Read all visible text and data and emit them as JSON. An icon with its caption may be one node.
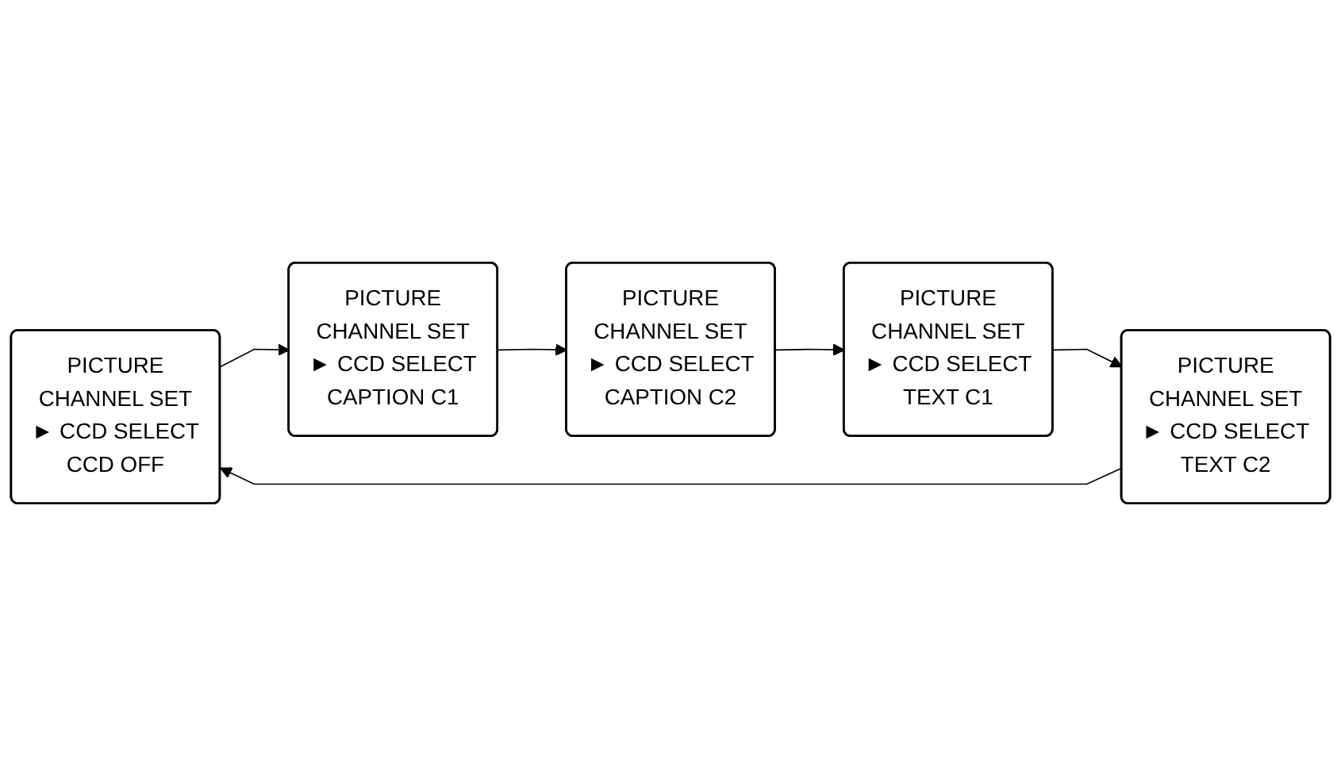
{
  "diagram": {
    "nodes": [
      {
        "text": [
          "PICTURE",
          "CHANNEL SET",
          "► CCD SELECT",
          "CCD OFF"
        ]
      },
      {
        "text": [
          "PICTURE",
          "CHANNEL SET",
          "► CCD SELECT",
          "CAPTION C1"
        ]
      },
      {
        "text": [
          "PICTURE",
          "CHANNEL SET",
          "► CCD SELECT",
          "CAPTION C2"
        ]
      },
      {
        "text": [
          "PICTURE",
          "CHANNEL SET",
          "► CCD SELECT",
          "TEXT C2"
        ]
      },
      {
        "text": [
          "PICTURE",
          "CHANNEL SET",
          "► CCD SELECT",
          "TEXT C1"
        ]
      }
    ],
    "edges": [
      {
        "from": 0,
        "to": 1,
        "arrow": "to"
      },
      {
        "from": 1,
        "to": 2,
        "arrow": "to"
      },
      {
        "from": 2,
        "to": 4,
        "arrow": "to"
      },
      {
        "from": 4,
        "to": 3,
        "arrow": "to"
      },
      {
        "from": 3,
        "to": 0,
        "arrow": "to"
      }
    ]
  }
}
